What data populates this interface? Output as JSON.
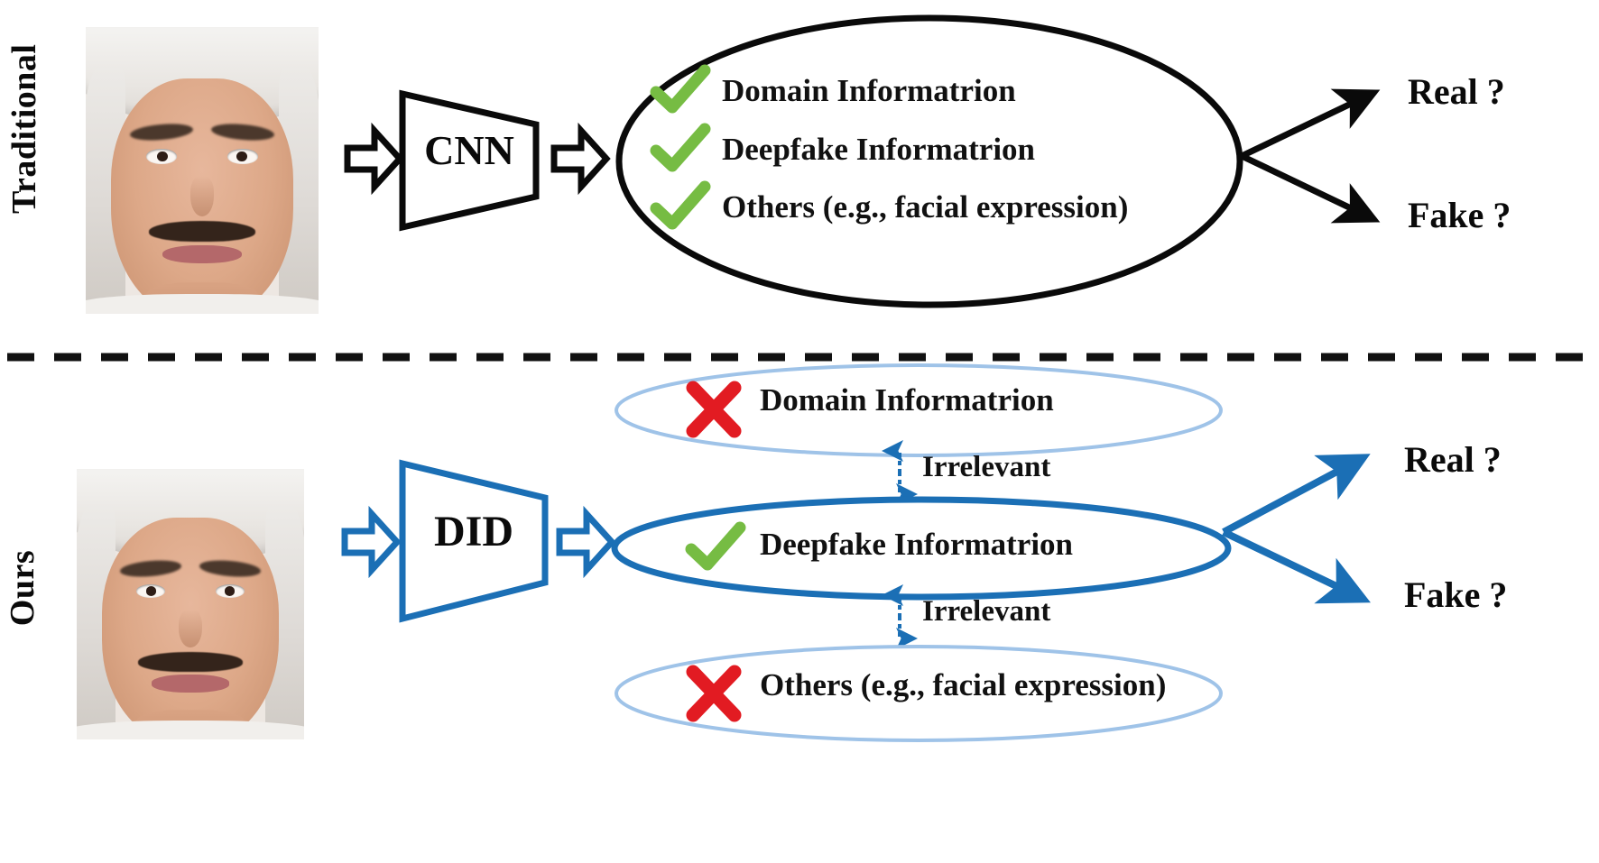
{
  "figure": {
    "title": "Traditional vs Ours deepfake detection pipeline comparison",
    "colors": {
      "black": "#0a0a0a",
      "blue": "#1B6FB5",
      "blue_light": "#9FC3E8",
      "green_check": "#76BC43",
      "red_cross": "#E21B22"
    }
  },
  "rows": {
    "traditional": {
      "label": "Traditional",
      "encoder_label": "CNN",
      "arrow_in": "block-arrow-right-icon",
      "arrow_out": "block-arrow-right-icon",
      "features": [
        {
          "mark": "check-icon",
          "text": "Domain Informatrion"
        },
        {
          "mark": "check-icon",
          "text": "Deepfake Informatrion"
        },
        {
          "mark": "check-icon",
          "text": "Others (e.g., facial expression)"
        }
      ],
      "outcomes": [
        {
          "text": "Real ?"
        },
        {
          "text": "Fake ?"
        }
      ]
    },
    "ours": {
      "label": "Ours",
      "encoder_label": "DID",
      "arrow_in": "block-arrow-right-icon",
      "arrow_out": "block-arrow-right-icon",
      "features": [
        {
          "mark": "cross-icon",
          "text": "Domain Informatrion",
          "emphasis": "dim"
        },
        {
          "mark": "check-icon",
          "text": "Deepfake Informatrion",
          "emphasis": "strong"
        },
        {
          "mark": "cross-icon",
          "text": "Others (e.g., facial expression)",
          "emphasis": "dim"
        }
      ],
      "separators": [
        {
          "text": "Irrelevant"
        },
        {
          "text": "Irrelevant"
        }
      ],
      "outcomes": [
        {
          "text": "Real ?"
        },
        {
          "text": "Fake ?"
        }
      ]
    }
  },
  "divider": {
    "name": "dashed-section-divider"
  }
}
